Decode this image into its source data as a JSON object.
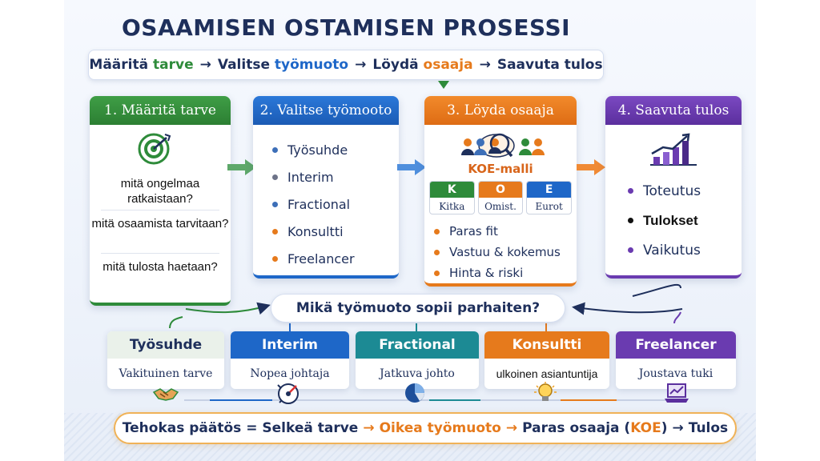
{
  "title": "OSAAMISEN OSTAMISEN PROSESSI",
  "flow": {
    "w1a": "Määritä",
    "w1b": "tarve",
    "w2a": "Valitse",
    "w2b": "työmuoto",
    "w3a": "Löydä",
    "w3b": "osaaja",
    "w4": "Saavuta tulos",
    "arrow": "→"
  },
  "steps": [
    {
      "title": "1. Määritä tarve",
      "icon": "target-icon",
      "questions": [
        "mitä ongelmaa ratkaistaan?",
        "mitä osaamista tarvitaan?",
        "mitä tulosta haetaan?"
      ]
    },
    {
      "title": "2. Valitse työmooto",
      "items": [
        "Työsuhde",
        "Interim",
        "Fractional",
        "Konsultti",
        "Freelancer"
      ]
    },
    {
      "title": "3. Löyda osaaja",
      "icon": "people-search-icon",
      "model_title": "KOE-malli",
      "koe": [
        {
          "letter": "K",
          "word": "Kitka"
        },
        {
          "letter": "O",
          "word": "Omist."
        },
        {
          "letter": "E",
          "word": "Eurot"
        }
      ],
      "items": [
        "Paras fit",
        "Vastuu & kokemus",
        "Hinta & riski"
      ]
    },
    {
      "title": "4. Saavuta tulos",
      "icon": "growth-chart-icon",
      "items": [
        "Toteutus",
        "Tulokset",
        "Vaikutus"
      ]
    }
  ],
  "question": "Mikä työmuoto sopii parhaiten?",
  "options": [
    {
      "title": "Työsuhde",
      "desc": "Vakituinen tarve",
      "icon": "handshake-icon"
    },
    {
      "title": "Interim",
      "desc": "Nopea johtaja",
      "icon": "speed-target-icon"
    },
    {
      "title": "Fractional",
      "desc": "Jatkuva johto",
      "icon": "pie-chart-icon"
    },
    {
      "title": "Konsultti",
      "desc": "ulkoinen asiantuntija",
      "icon": "lightbulb-icon"
    },
    {
      "title": "Freelancer",
      "desc": "Joustava tuki",
      "icon": "laptop-icon"
    }
  ],
  "formula": {
    "p1": "Tehokas päätös = Selkeä tarve",
    "p2": "Oikea työmuoto",
    "p3": "Paras osaaja (",
    "p4": "KOE",
    "p5": ")",
    "p6": "Tulos",
    "arrow": "→"
  },
  "colors": {
    "green": "#2e8b3a",
    "blue": "#1e67c8",
    "orange": "#e67a1c",
    "purple": "#6a3bb0",
    "teal": "#1c8a94",
    "navy": "#1e2f5b"
  }
}
